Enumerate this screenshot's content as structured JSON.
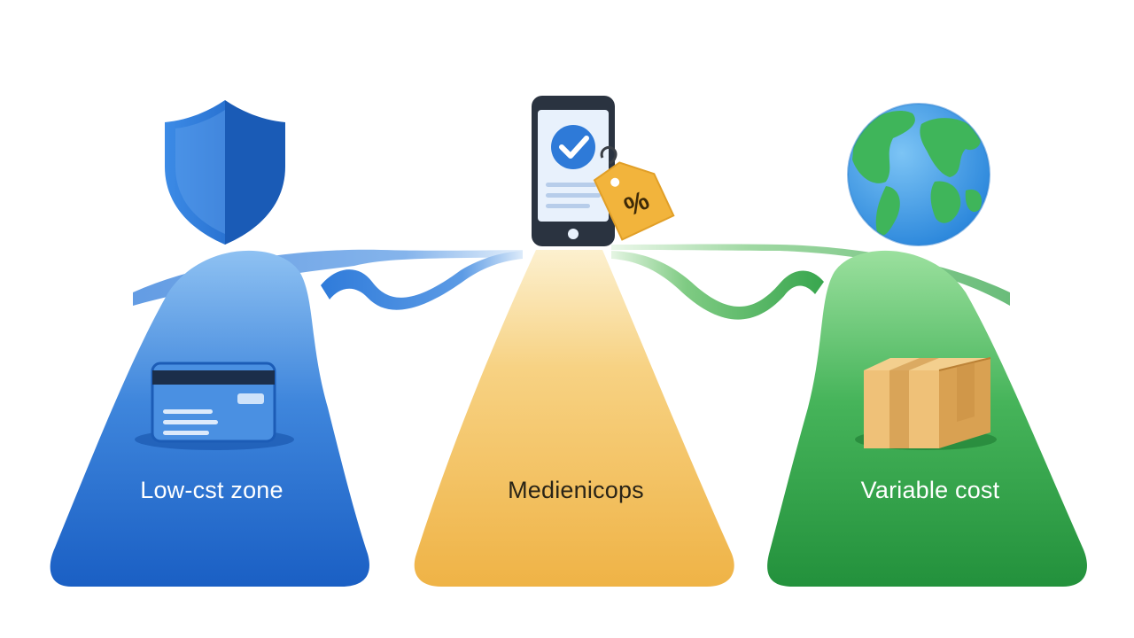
{
  "zones": [
    {
      "id": "left",
      "label": "Low-cst zone",
      "color": "#1E6FD0",
      "top_icon": "shield-icon",
      "inner_icon": "credit-card-icon"
    },
    {
      "id": "middle",
      "label": "Medienicops",
      "color": "#F0B84A",
      "top_icon": "smartphone-check-icon",
      "inner_icon": "discount-tag-icon"
    },
    {
      "id": "right",
      "label": "Variable cost",
      "color": "#2E9E47",
      "top_icon": "globe-icon",
      "inner_icon": "package-box-icon"
    }
  ],
  "tag_symbol": "%"
}
